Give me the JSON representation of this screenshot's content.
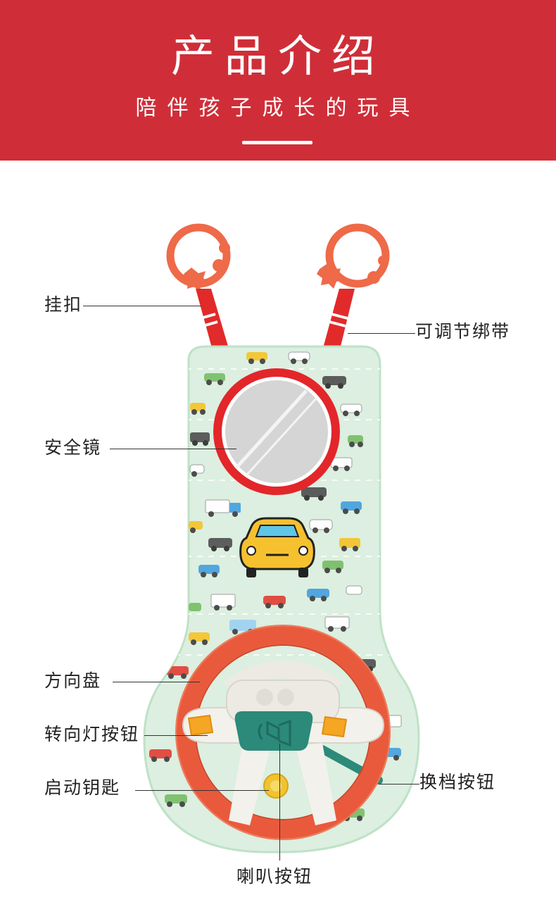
{
  "header": {
    "title": "产品介绍",
    "subtitle": "陪伴孩子成长的玩具"
  },
  "callouts": {
    "hook": "挂扣",
    "strap": "可调节绑带",
    "mirror": "安全镜",
    "steering_wheel": "方向盘",
    "turn_signal_button": "转向灯按钮",
    "ignition_key": "启动钥匙",
    "gear_button": "换档按钮",
    "horn_button": "喇叭按钮"
  },
  "colors": {
    "banner": "#cf2e38",
    "board": "#dcefe0",
    "wheel": "#e95a3c",
    "ring": "#ee6a48",
    "strap": "#e22a2a",
    "mirror_frame": "#e3262a",
    "hub": "#f3f1ec",
    "horn_pad": "#2b8a7a",
    "turn_light": "#f5a623",
    "key": "#f2c230"
  },
  "icons": {
    "horn": "horn-icon",
    "car": "car-icon"
  }
}
